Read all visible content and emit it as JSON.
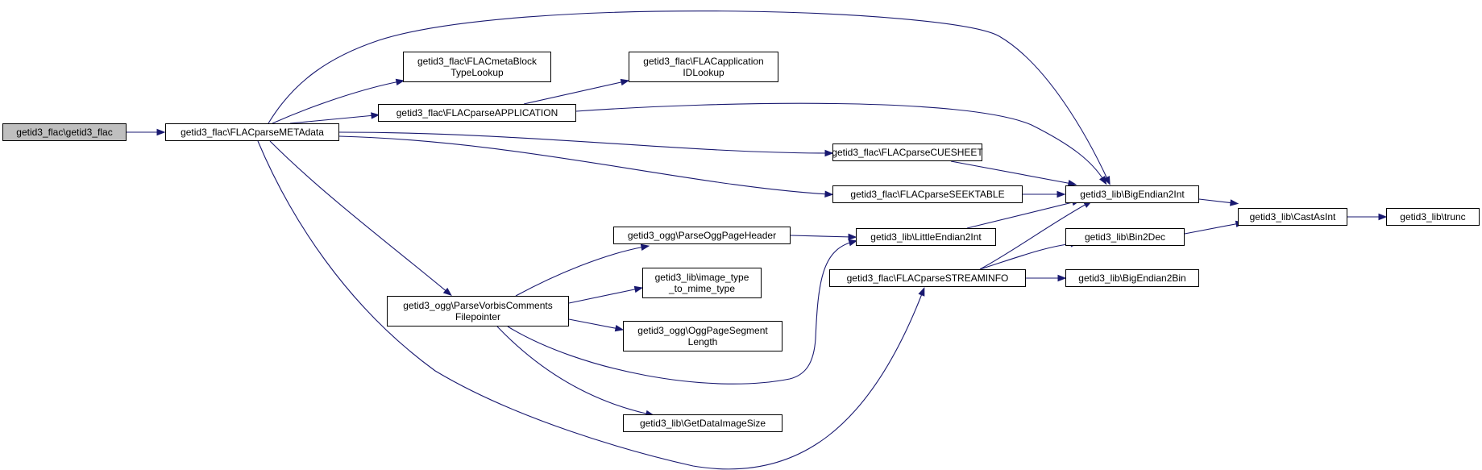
{
  "colors": {
    "edge": "#191970",
    "root_fill": "#bfbfbf",
    "node_fill": "#ffffff",
    "node_border": "#000000"
  },
  "nodes": {
    "getid3_flac": "getid3_flac\\getid3_flac",
    "FLACparseMETAdata": "getid3_flac\\FLACparseMETAdata",
    "FLACmetaBlockTypeLookup": "getid3_flac\\FLACmetaBlock\nTypeLookup",
    "FLACparseAPPLICATION": "getid3_flac\\FLACparseAPPLICATION",
    "FLACapplicationIDLookup": "getid3_flac\\FLACapplication\nIDLookup",
    "FLACparseCUESHEET": "getid3_flac\\FLACparseCUESHEET",
    "FLACparseSEEKTABLE": "getid3_flac\\FLACparseSEEKTABLE",
    "BigEndian2Int": "getid3_lib\\BigEndian2Int",
    "CastAsInt": "getid3_lib\\CastAsInt",
    "trunc": "getid3_lib\\trunc",
    "ParseOggPageHeader": "getid3_ogg\\ParseOggPageHeader",
    "LittleEndian2Int": "getid3_lib\\LittleEndian2Int",
    "Bin2Dec": "getid3_lib\\Bin2Dec",
    "FLACparseSTREAMINFO": "getid3_flac\\FLACparseSTREAMINFO",
    "BigEndian2Bin": "getid3_lib\\BigEndian2Bin",
    "image_type_to_mime_type": "getid3_lib\\image_type\n_to_mime_type",
    "ParseVorbisComments": "getid3_ogg\\ParseVorbisComments\nFilepointer",
    "OggPageSegmentLength": "getid3_ogg\\OggPageSegment\nLength",
    "GetDataImageSize": "getid3_lib\\GetDataImageSize"
  },
  "edges": [
    [
      "getid3_flac",
      "FLACparseMETAdata"
    ],
    [
      "FLACparseMETAdata",
      "BigEndian2Int"
    ],
    [
      "FLACparseMETAdata",
      "FLACmetaBlockTypeLookup"
    ],
    [
      "FLACparseMETAdata",
      "FLACparseAPPLICATION"
    ],
    [
      "FLACparseMETAdata",
      "FLACparseCUESHEET"
    ],
    [
      "FLACparseMETAdata",
      "FLACparseSEEKTABLE"
    ],
    [
      "FLACparseMETAdata",
      "ParseVorbisComments"
    ],
    [
      "FLACparseMETAdata",
      "FLACparseSTREAMINFO"
    ],
    [
      "FLACparseAPPLICATION",
      "FLACapplicationIDLookup"
    ],
    [
      "FLACparseAPPLICATION",
      "BigEndian2Int"
    ],
    [
      "FLACparseCUESHEET",
      "BigEndian2Int"
    ],
    [
      "FLACparseSEEKTABLE",
      "BigEndian2Int"
    ],
    [
      "BigEndian2Int",
      "CastAsInt"
    ],
    [
      "CastAsInt",
      "trunc"
    ],
    [
      "LittleEndian2Int",
      "BigEndian2Int"
    ],
    [
      "FLACparseSTREAMINFO",
      "BigEndian2Int"
    ],
    [
      "FLACparseSTREAMINFO",
      "Bin2Dec"
    ],
    [
      "FLACparseSTREAMINFO",
      "BigEndian2Bin"
    ],
    [
      "Bin2Dec",
      "CastAsInt"
    ],
    [
      "ParseOggPageHeader",
      "LittleEndian2Int"
    ],
    [
      "ParseVorbisComments",
      "ParseOggPageHeader"
    ],
    [
      "ParseVorbisComments",
      "image_type_to_mime_type"
    ],
    [
      "ParseVorbisComments",
      "OggPageSegmentLength"
    ],
    [
      "ParseVorbisComments",
      "GetDataImageSize"
    ],
    [
      "ParseVorbisComments",
      "LittleEndian2Int"
    ]
  ]
}
